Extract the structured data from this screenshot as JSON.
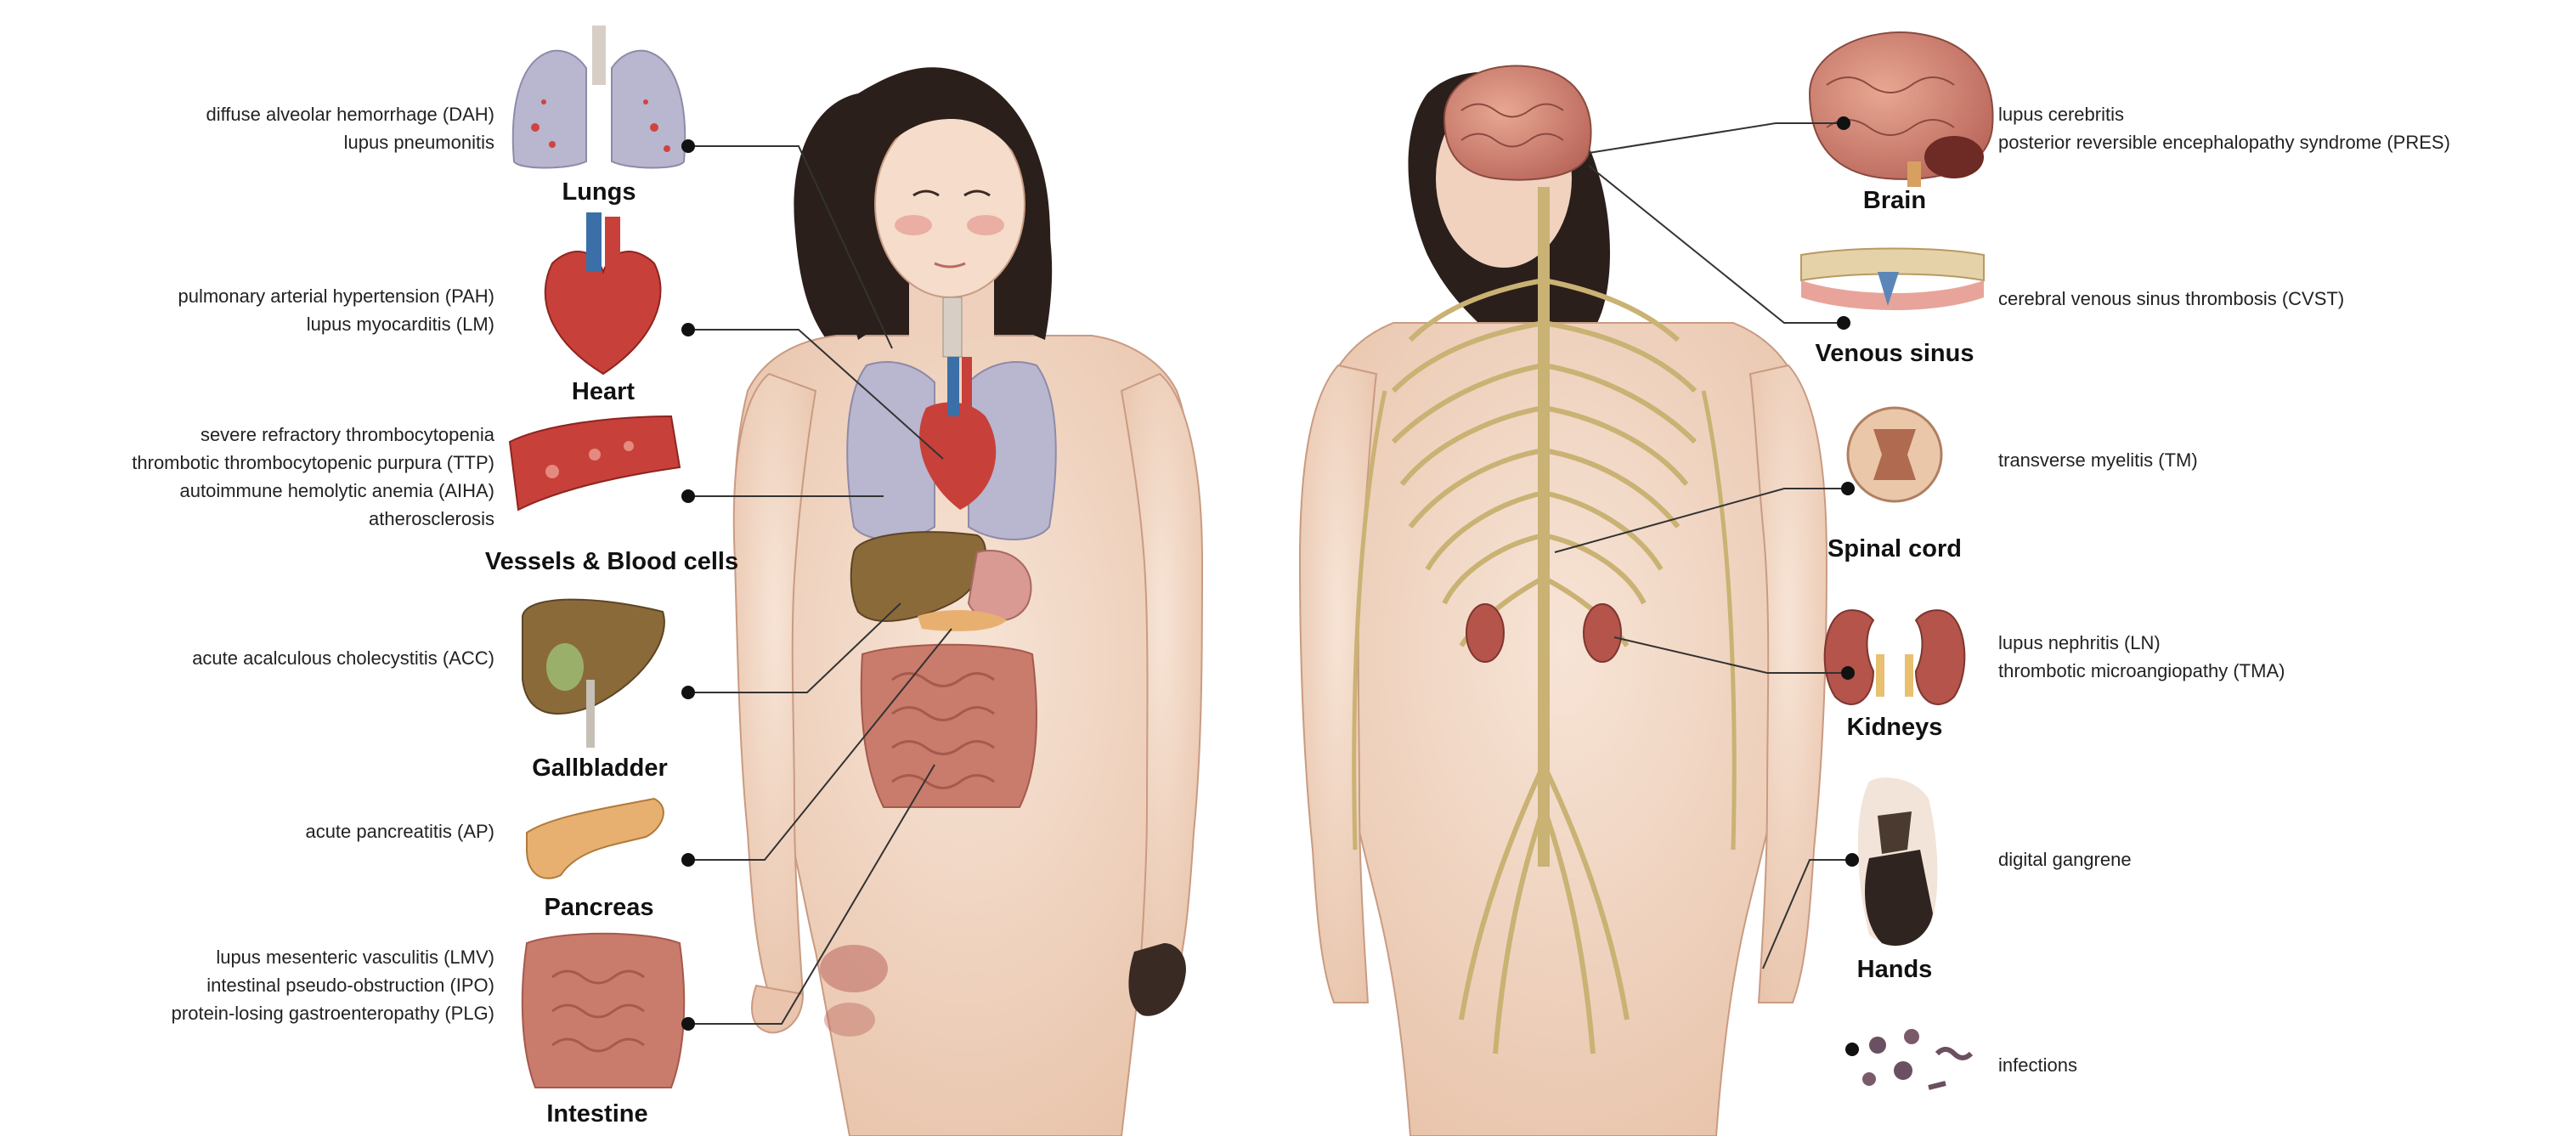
{
  "organs": {
    "lungs": {
      "name": "Lungs",
      "conditions": [
        "diffuse alveolar hemorrhage (DAH)",
        "lupus pneumonitis"
      ]
    },
    "heart": {
      "name": "Heart",
      "conditions": [
        "pulmonary arterial hypertension (PAH)",
        "lupus myocarditis (LM)"
      ]
    },
    "vessels": {
      "name": "Vessels & Blood cells",
      "conditions": [
        "severe refractory thrombocytopenia",
        "thrombotic thrombocytopenic purpura (TTP)",
        "autoimmune hemolytic anemia (AIHA)",
        "atherosclerosis"
      ]
    },
    "gallbladder": {
      "name": "Gallbladder",
      "conditions": [
        "acute acalculous cholecystitis (ACC)"
      ]
    },
    "pancreas": {
      "name": "Pancreas",
      "conditions": [
        "acute pancreatitis (AP)"
      ]
    },
    "intestine": {
      "name": "Intestine",
      "conditions": [
        "lupus mesenteric vasculitis (LMV)",
        "intestinal pseudo-obstruction (IPO)",
        "protein-losing gastroenteropathy (PLG)"
      ]
    },
    "brain": {
      "name": "Brain",
      "conditions": [
        "lupus cerebritis",
        "posterior reversible encephalopathy syndrome (PRES)"
      ]
    },
    "venous_sinus": {
      "name": "Venous sinus",
      "conditions": [
        "cerebral venous sinus thrombosis (CVST)"
      ]
    },
    "spinal_cord": {
      "name": "Spinal cord",
      "conditions": [
        "transverse myelitis (TM)"
      ]
    },
    "kidneys": {
      "name": "Kidneys",
      "conditions": [
        "lupus nephritis (LN)",
        "thrombotic microangiopathy (TMA)"
      ]
    },
    "hands": {
      "name": "Hands",
      "conditions": [
        "digital gangrene"
      ]
    },
    "infections": {
      "name": "",
      "conditions": [
        "infections"
      ]
    }
  },
  "colors": {
    "skin": "#f2d9c8",
    "skin_shade": "#e3bda5",
    "hair": "#2a1f1a",
    "lung": "#b9b6cf",
    "heart": "#c8403a",
    "liver": "#8b6a3a",
    "intestine": "#c97b6c",
    "nerve": "#c9b273",
    "kidney": "#b4544a",
    "line": "#333333"
  }
}
